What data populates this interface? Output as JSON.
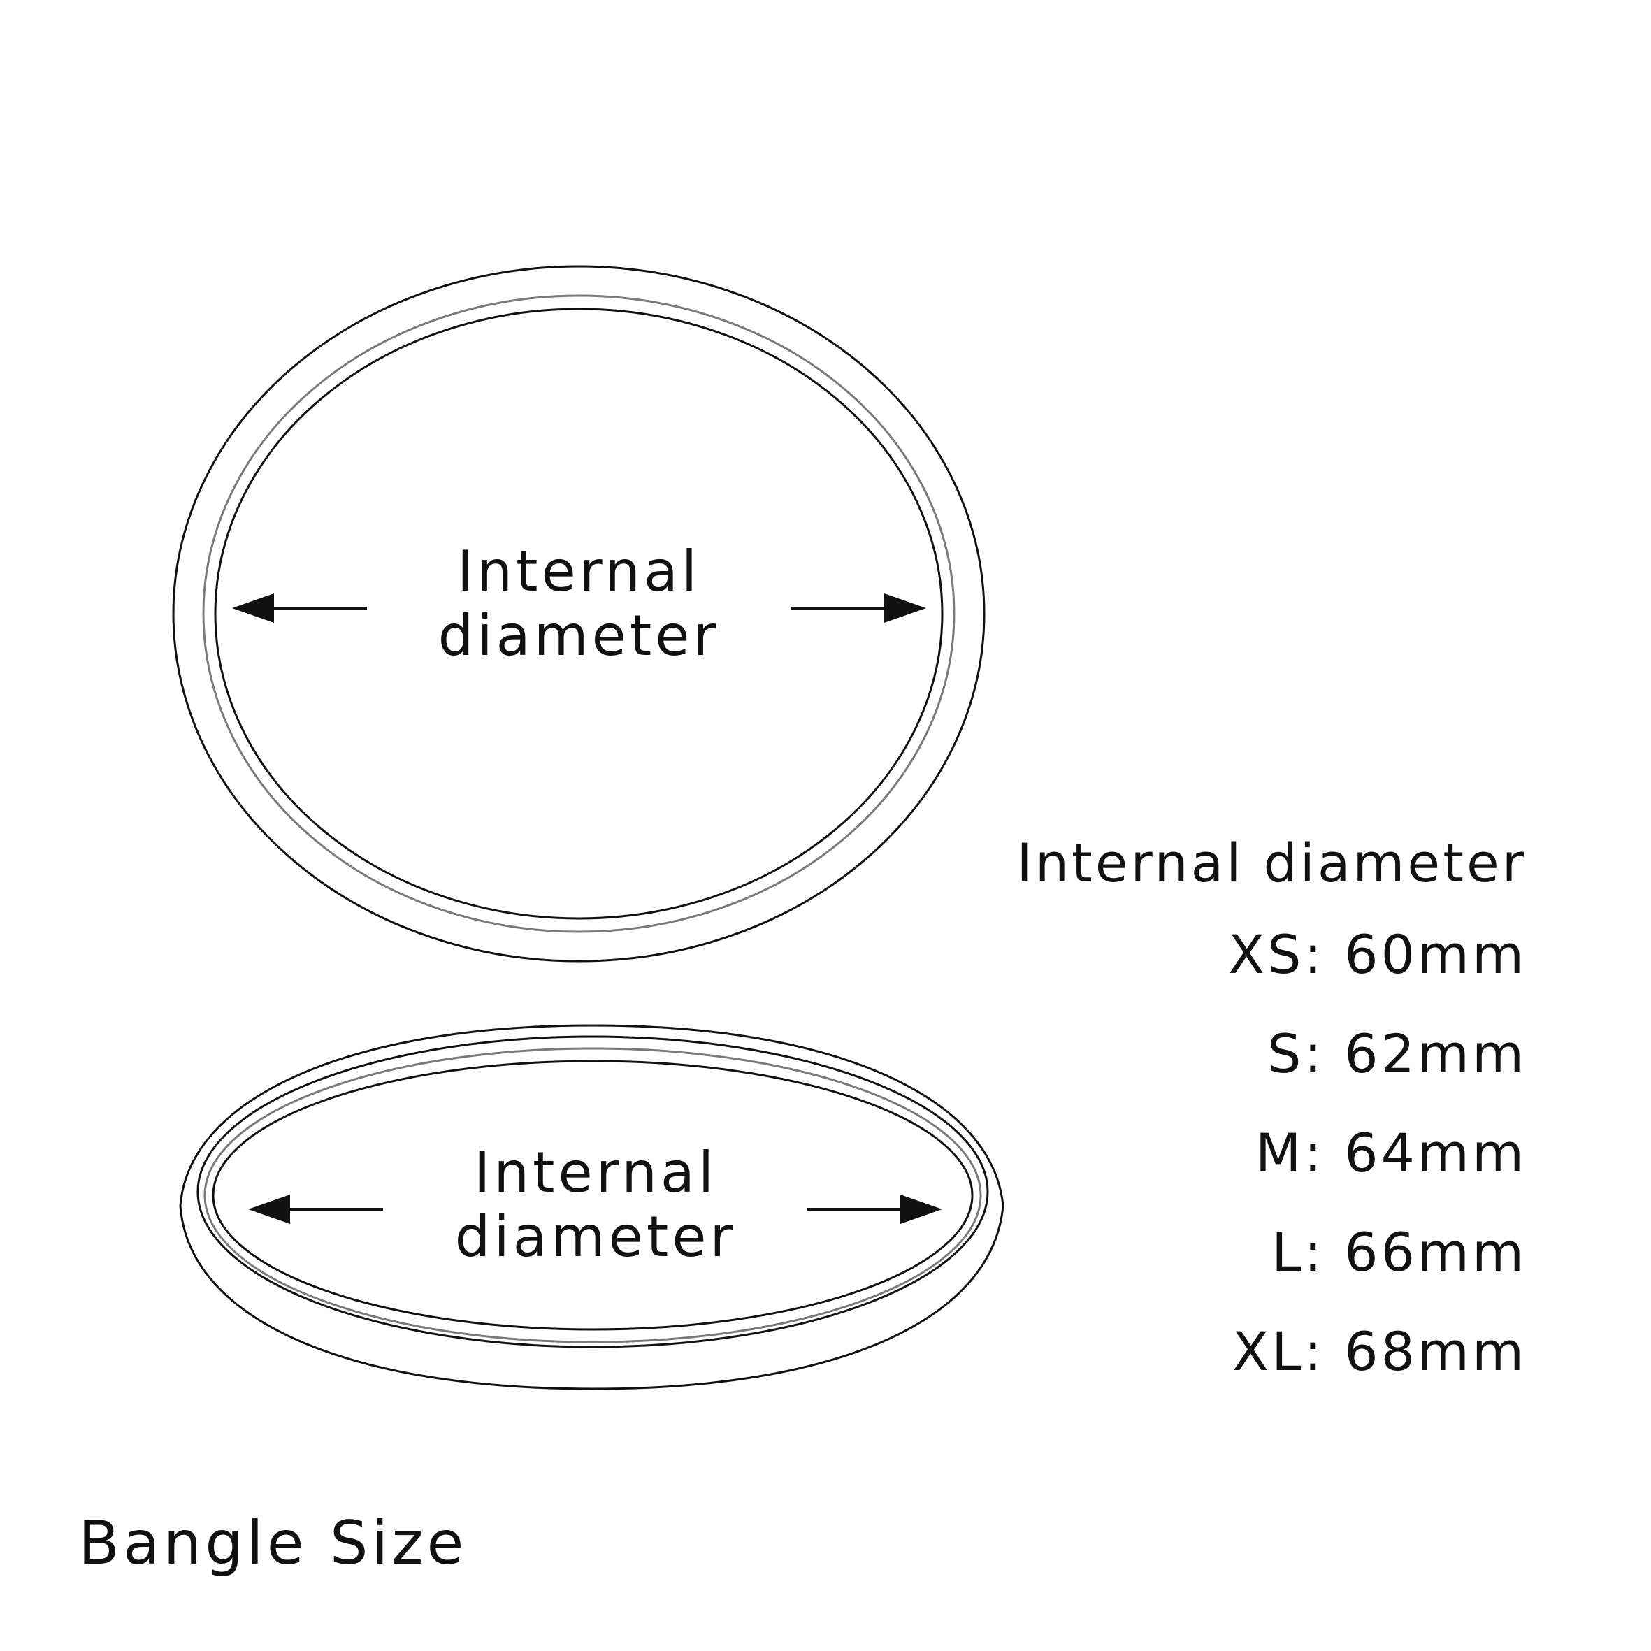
{
  "top_ring": {
    "label_line1": "Internal",
    "label_line2": "diameter"
  },
  "bottom_ring": {
    "label_line1": "Internal",
    "label_line2": "diameter"
  },
  "size_table": {
    "heading": "Internal diameter",
    "rows": [
      "XS: 60mm",
      "S: 62mm",
      "M: 64mm",
      "L: 66mm",
      "XL: 68mm"
    ]
  },
  "title": "Bangle Size",
  "colors": {
    "stroke": "#111111",
    "inner_stroke": "#7a7a7a",
    "background": "#ffffff"
  }
}
